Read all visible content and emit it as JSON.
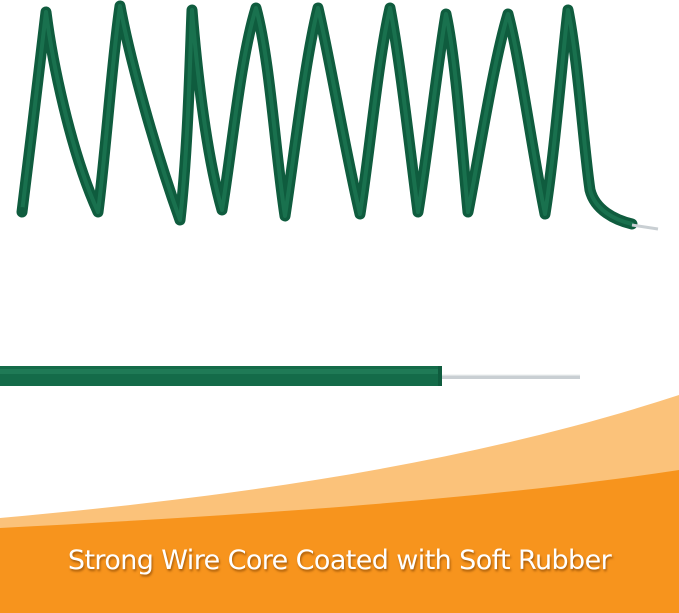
{
  "caption": {
    "text": "Strong Wire Core Coated with Soft Rubber"
  },
  "colors": {
    "wire_green": "#146b49",
    "wire_green_highlight": "#2a8a63",
    "core_silver": "#c9cfd3",
    "banner_orange": "#f7941d",
    "banner_light_orange": "#fbc27a",
    "background": "#ffffff"
  },
  "illustration": {
    "coiled_wire": "green rubber-coated wire coiled in a spring shape with stripped end",
    "straight_wire": "straight green rubber-coated wire with exposed silver core"
  }
}
